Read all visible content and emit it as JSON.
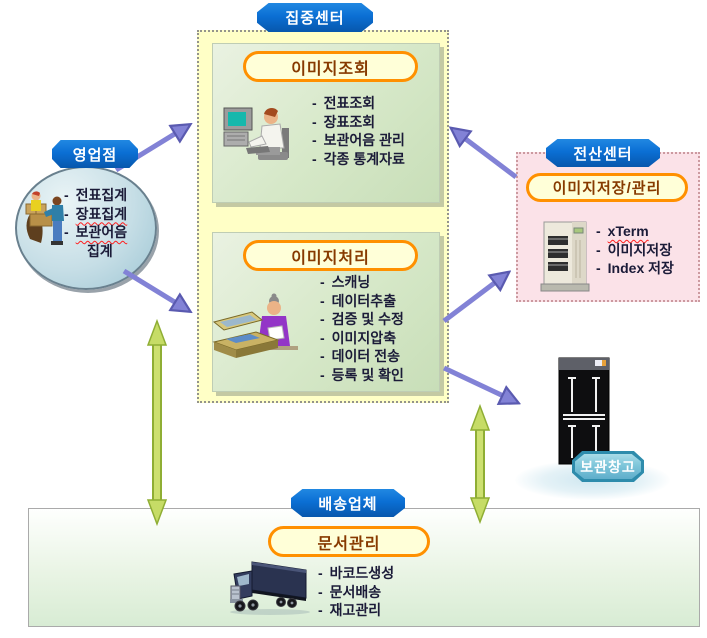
{
  "diagram": {
    "center": {
      "label": "집중센터",
      "inquiry": {
        "title": "이미지조회",
        "items": [
          "전표조회",
          "장표조회",
          "보관어음 관리",
          "각종 통계자료"
        ]
      },
      "processing": {
        "title": "이미지처리",
        "items": [
          "스캐닝",
          "데이터추출",
          "검증 및 수정",
          "이미지압축",
          "데이터 전송",
          "등록 및 확인"
        ]
      }
    },
    "branch": {
      "label": "영업점",
      "items": [
        "전표집계",
        "장표집계",
        "보관어음",
        "집계"
      ]
    },
    "computing": {
      "label": "전산센터",
      "title": "이미지저장/관리",
      "items": [
        "xTerm",
        "이미지저장",
        "Index 저장"
      ]
    },
    "storage": {
      "label": "보관창고"
    },
    "delivery": {
      "label": "배송업체",
      "title": "문서관리",
      "items": [
        "바코드생성",
        "문서배송",
        "재고관리"
      ]
    },
    "icons": {
      "inquiry": "person-at-computer-icon",
      "processing": "person-at-scanner-icon",
      "branch": "workers-with-boxes-icon",
      "computing": "server-tower-icon",
      "storage": "storage-cabinet-icon",
      "delivery": "delivery-truck-icon"
    },
    "colors": {
      "label_blue": "#0B6FD4",
      "pill_border_orange": "#FF9000",
      "pill_fill": "#FFFFD8",
      "center_box_fill": "#FFFFC6",
      "inner_box_green": "#D6E8C8",
      "computing_box_pink": "#FBE2E8",
      "branch_circle_blue": "#BCD8E2",
      "storage_badge_blue": "#7EC6DA",
      "arrow_blue": "#8282D6",
      "arrow_green": "#C6DC66"
    }
  }
}
